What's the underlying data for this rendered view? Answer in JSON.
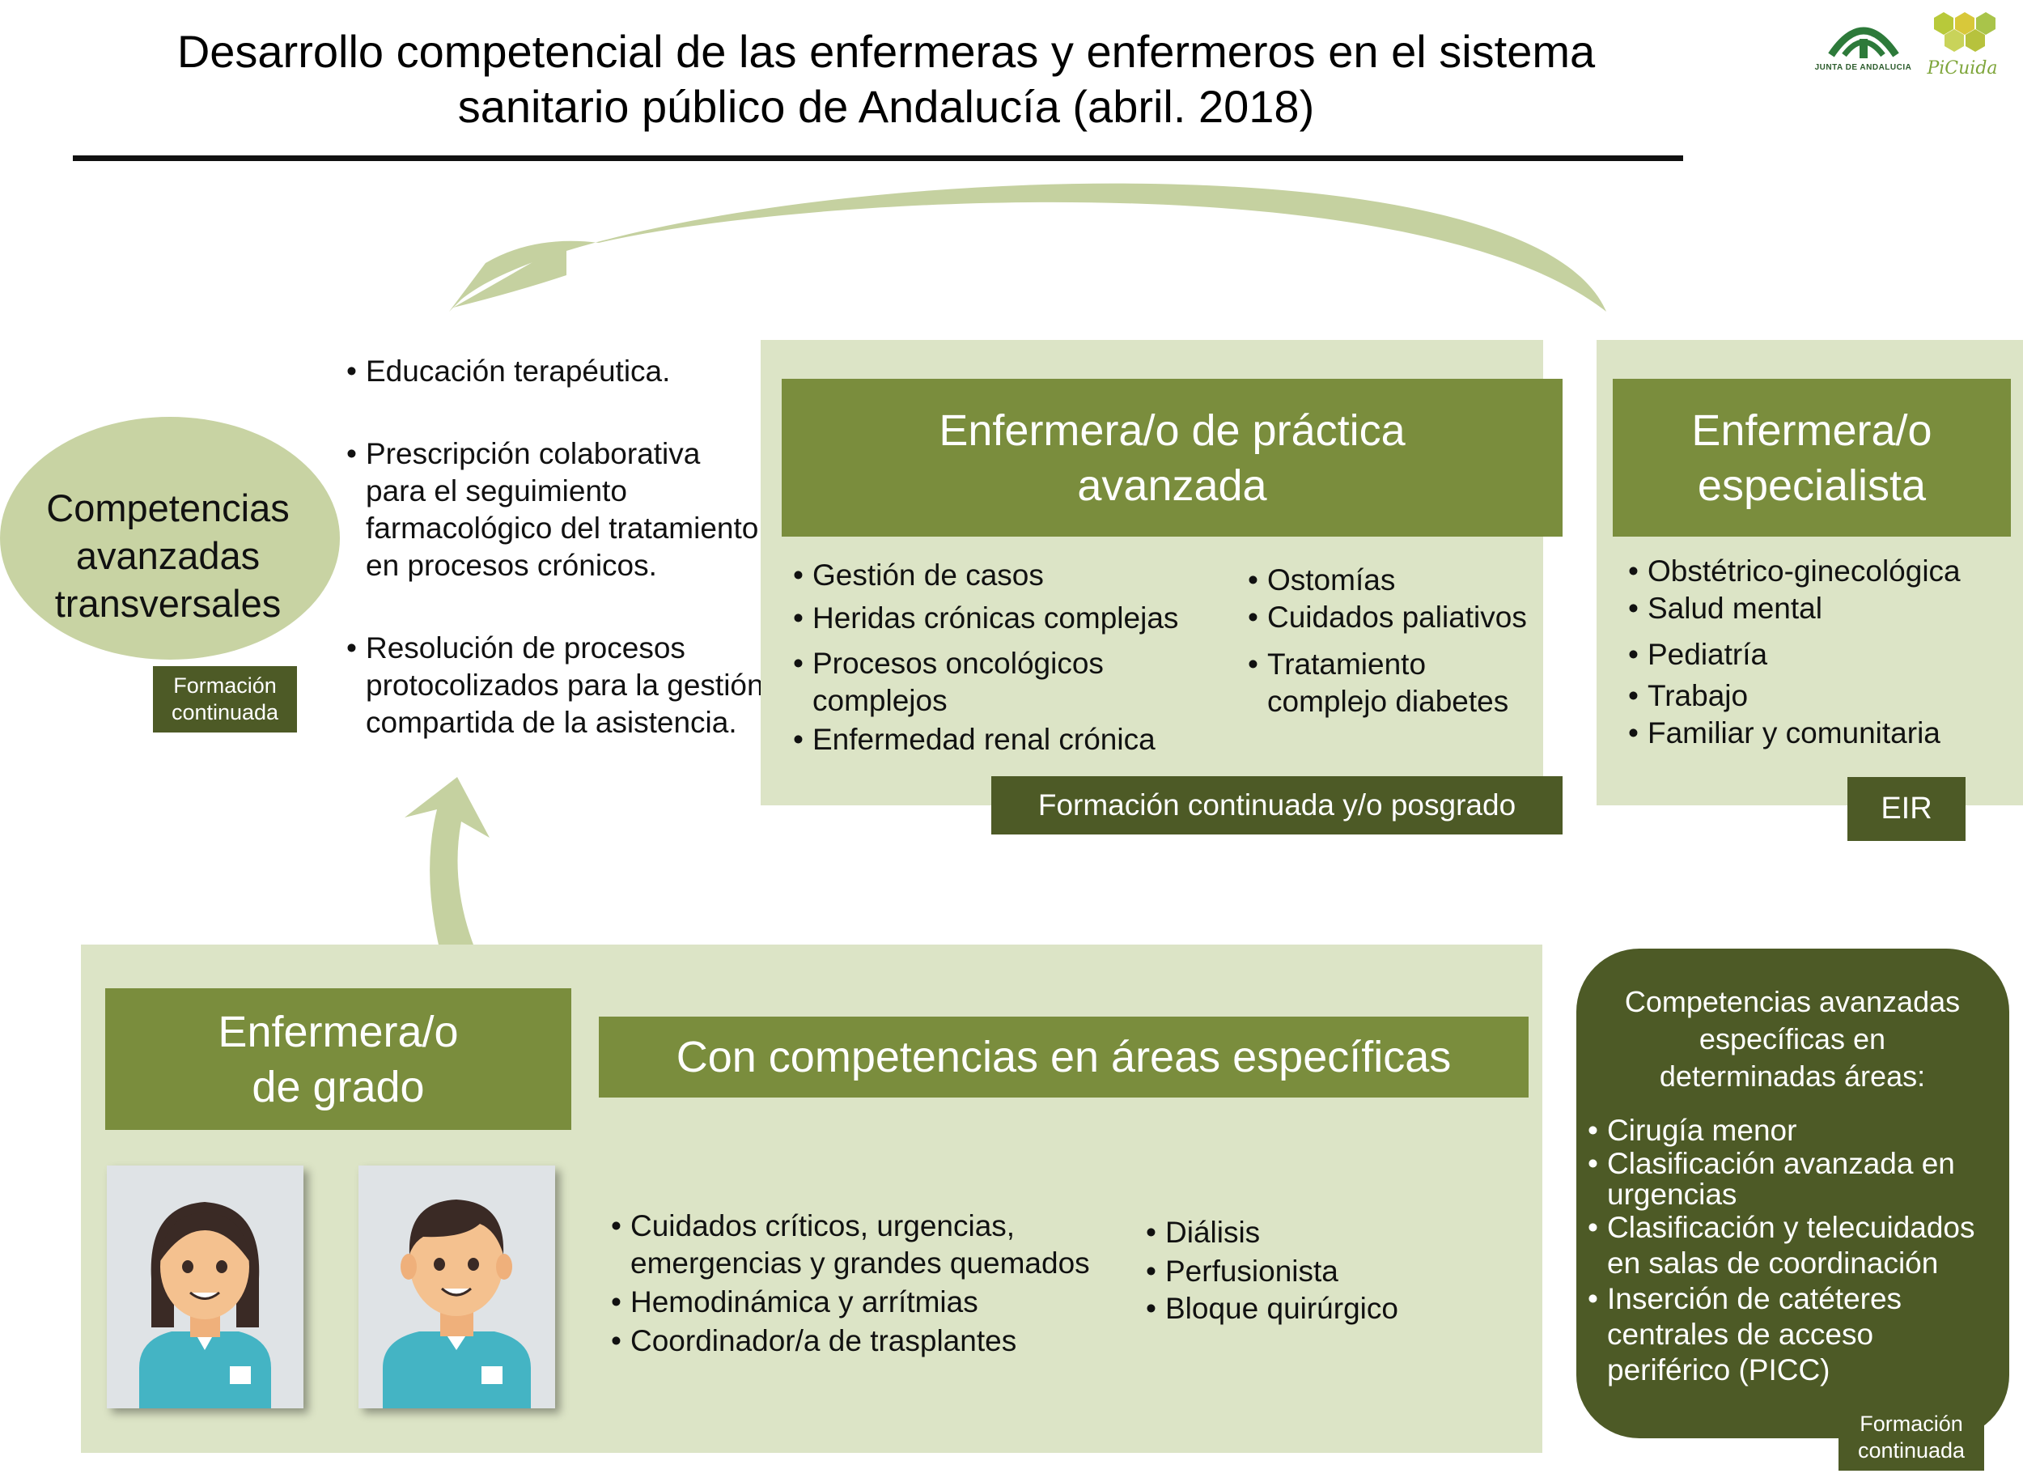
{
  "title": {
    "line1": "Desarrollo competencial de las enfermeras y enfermeros en el sistema",
    "line2": "sanitario público de Andalucía (abril. 2018)"
  },
  "logos": {
    "junta_text": "JUNTA DE ANDALUCIA",
    "picuida_text": "PiCuida"
  },
  "transversal": {
    "heading_lines": [
      "Competencias",
      "avanzadas",
      "transversales"
    ],
    "tag_lines": [
      "Formación",
      "continuada"
    ],
    "items": [
      "Educación terapéutica.",
      "Prescripción colaborativa para el seguimiento farmacológico del tratamiento en procesos crónicos.",
      "Resolución de procesos protocolizados para la gestión compartida de la asistencia."
    ]
  },
  "practica_avanzada": {
    "heading_lines": [
      "Enfermera/o de práctica",
      "avanzada"
    ],
    "col1": [
      "Gestión de casos",
      "Heridas crónicas complejas",
      "Procesos oncológicos complejos",
      "Enfermedad renal crónica"
    ],
    "col2": [
      "Ostomías",
      "Cuidados paliativos",
      "Tratamiento complejo diabetes"
    ],
    "tag": "Formación continuada y/o posgrado"
  },
  "especialista": {
    "heading_lines": [
      "Enfermera/o",
      "especialista"
    ],
    "items": [
      "Obstétrico-ginecológica",
      "Salud mental",
      "Pediatría",
      "Trabajo",
      "Familiar y comunitaria"
    ],
    "tag": "EIR"
  },
  "grado": {
    "heading_lines": [
      "Enfermera/o",
      "de grado"
    ],
    "areas_heading": "Con competencias en áreas específicas",
    "col1": [
      "Cuidados críticos, urgencias, emergencias y grandes quemados",
      "Hemodinámica y arrítmias",
      "Coordinador/a de trasplantes"
    ],
    "col2": [
      "Diálisis",
      "Perfusionista",
      "Bloque quirúrgico"
    ]
  },
  "especificas": {
    "heading_lines": [
      "Competencias avanzadas",
      "específicas en",
      "determinadas áreas:"
    ],
    "items": [
      "Cirugía menor",
      "Clasificación avanzada en urgencias",
      "Clasificación y telecuidados en salas de coordinación",
      "Inserción de catéteres centrales de acceso periférico (PICC)"
    ],
    "tag_lines": [
      "Formación",
      "continuada"
    ]
  },
  "colors": {
    "pale_green": "#dce4c6",
    "olive": "#7a8d3d",
    "dark_olive": "#4d5a26",
    "oval": "#c8d3a3",
    "arrow": "#c5d1a0"
  }
}
